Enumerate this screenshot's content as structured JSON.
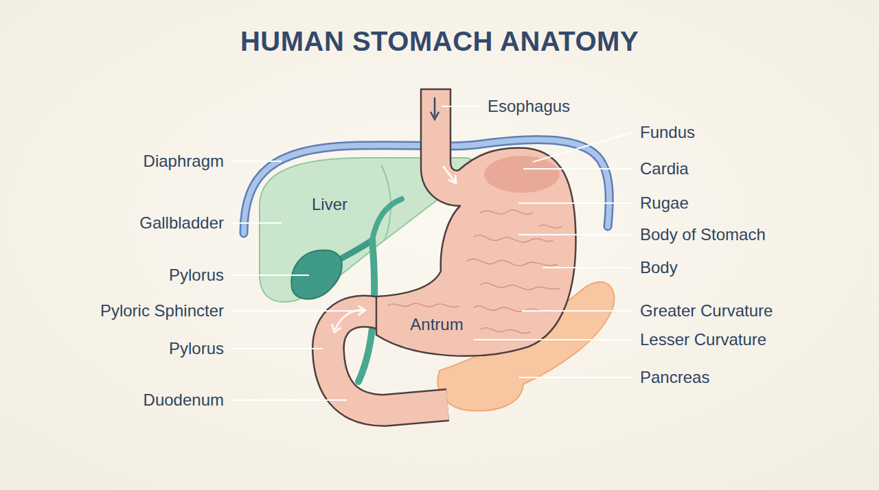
{
  "diagram": {
    "title": "HUMAN STOMACH ANATOMY",
    "labels": [
      "Esophagus",
      "Fundus",
      "Cardia",
      "Rugae",
      "Body of Stomach",
      "Body",
      "Greater Curvature",
      "Lesser Curvature",
      "Pancreas",
      "Diaphragm",
      "Gallbladder",
      "Pylorus",
      "Pyloric Sphincter",
      "Pylorus",
      "Duodenum",
      "Liver",
      "Antrum"
    ]
  }
}
